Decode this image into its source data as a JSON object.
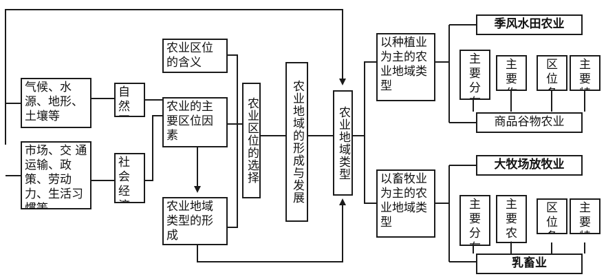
{
  "boxes": {
    "climate": "气候、水源、地形、土壤等",
    "market": "市场、交 通运输、政策、劳动力、生活习惯等",
    "natural": "自然因素",
    "social": "社会经济因素",
    "meaning": "农业区位的含义",
    "main_factors": "农业的主要区位因素",
    "formation": "农业地域类型的形成",
    "location_choice": "农业区位的选择",
    "region_dev": "农业地域的形成与发展",
    "region_type": "农业地域类型",
    "planting": "以种植业为主的农业地域类型",
    "livestock": "以畜牧业为主的农业地域类型",
    "monsoon_rice": "季风水田农业",
    "commercial_grain": "商品谷物农业",
    "ranch": "大牧场放牧业",
    "dairy": "乳畜业",
    "p_distribution": "主要分布地区",
    "p_crops": "主要作物",
    "p_conditions": "区位条件",
    "p_features": "主要特点",
    "l_distribution": "主要分布地区",
    "l_products": "主要农产品",
    "l_conditions": "区位条件",
    "l_features": "主要特点"
  },
  "colors": {
    "line": "#1a1a1a",
    "text": "#111111",
    "background": "#ffffff"
  }
}
